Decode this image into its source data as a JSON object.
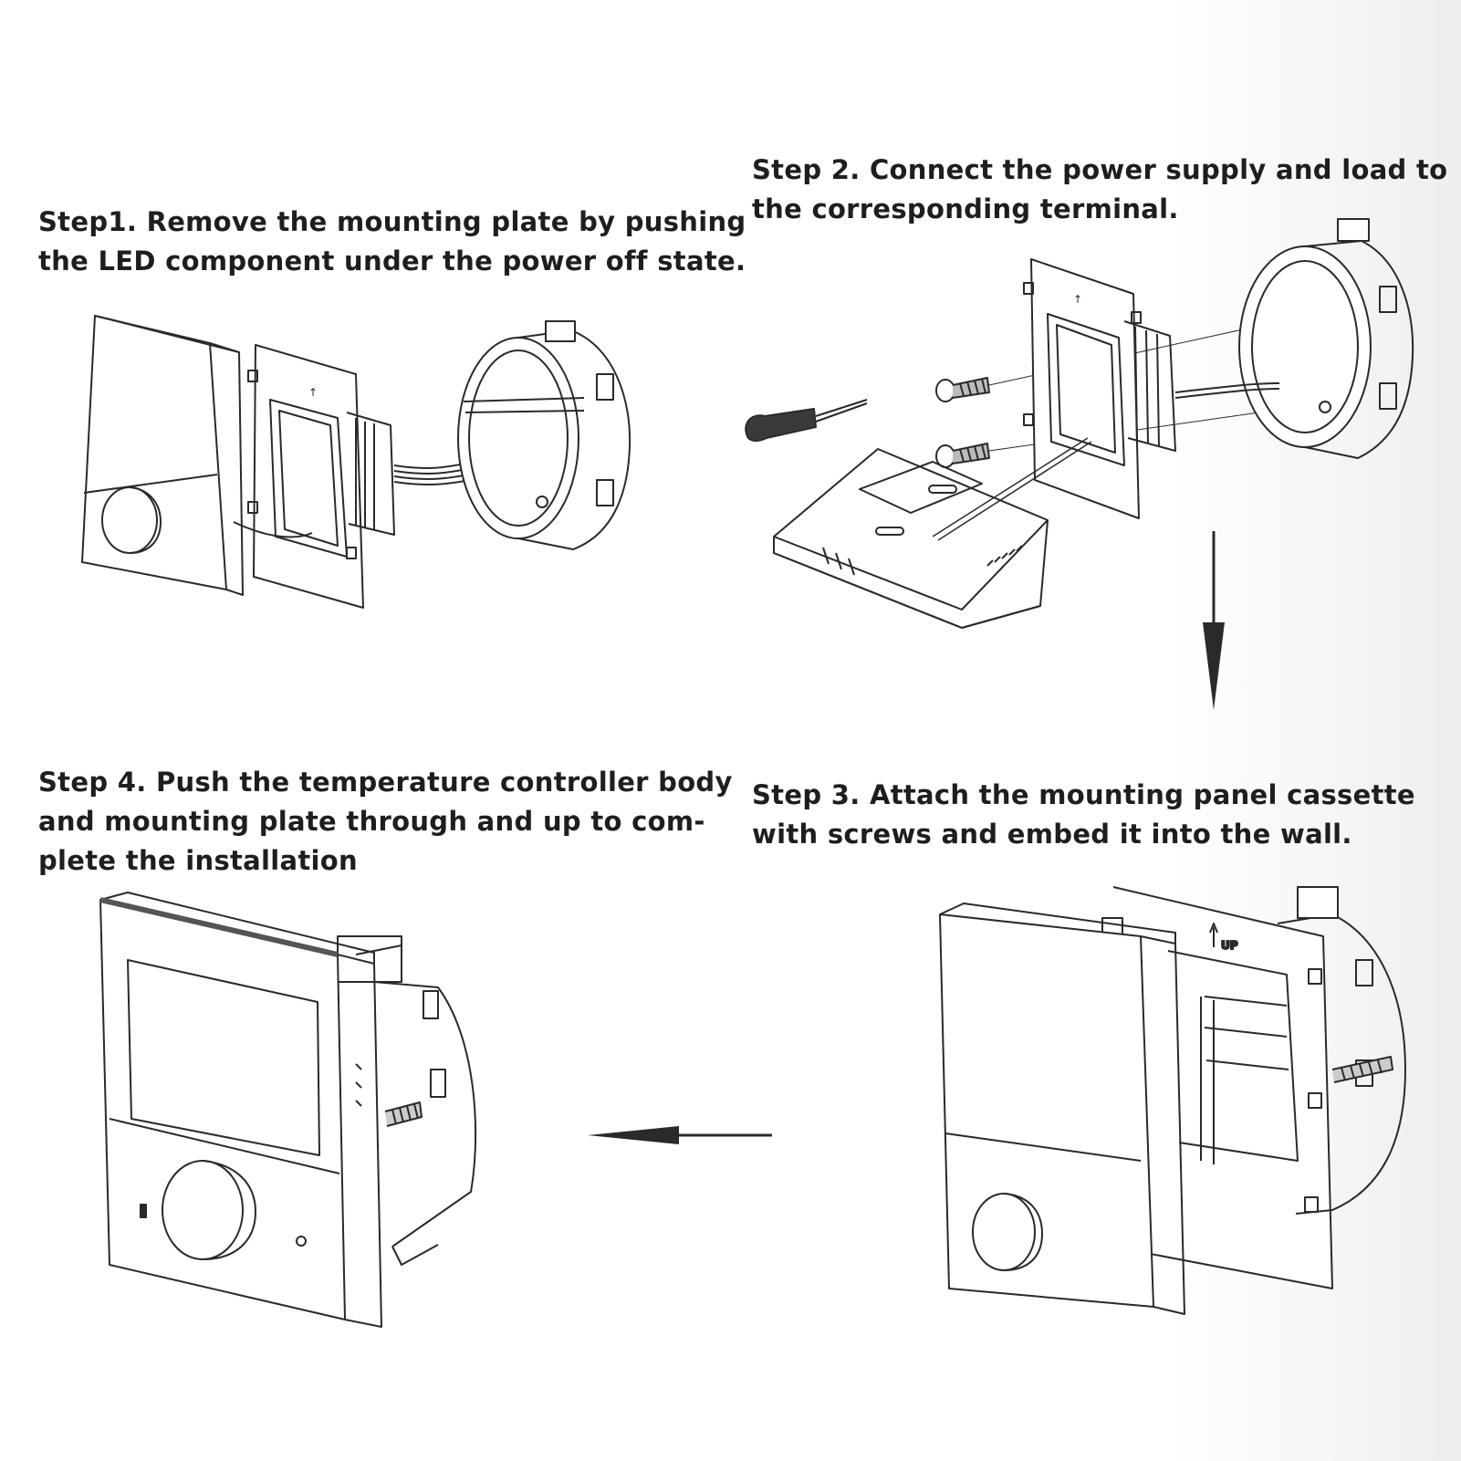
{
  "steps": [
    {
      "id": "step1",
      "lines": [
        "Step1. Remove the mounting plate by pushing",
        "the LED component under the power off state."
      ]
    },
    {
      "id": "step2",
      "lines": [
        "Step 2. Connect the power supply and load to",
        "the corresponding terminal."
      ]
    },
    {
      "id": "step3",
      "lines": [
        "Step 3. Attach the mounting panel cassette",
        "with screws and embed it into the wall."
      ]
    },
    {
      "id": "step4",
      "lines": [
        "Step 4. Push the temperature controller body",
        "and mounting plate through and up to com-",
        "plete the installation"
      ]
    }
  ],
  "drawing_labels": {
    "up_marker": "UP"
  },
  "arrows": [
    {
      "name": "arrow-down",
      "direction": "down",
      "from": "Step 2",
      "to": "Step 3"
    },
    {
      "name": "arrow-left",
      "direction": "left",
      "from": "Step 3",
      "to": "Step 4"
    }
  ],
  "colors": {
    "text": "#1e1e1e",
    "line": "#2a2a2a",
    "background": "#ffffff"
  }
}
